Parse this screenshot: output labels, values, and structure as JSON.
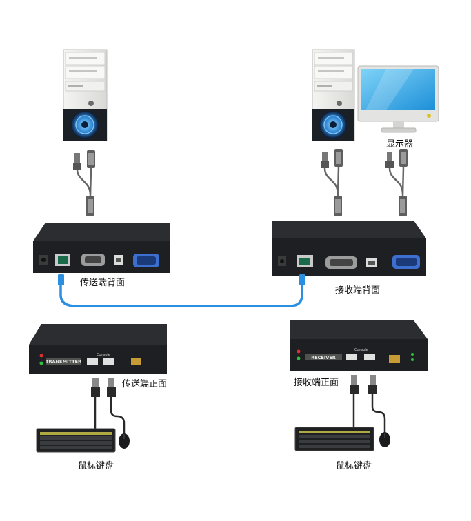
{
  "labels": {
    "monitor": "显示器",
    "tx_rear": "传送端背面",
    "rx_rear": "接收端背面",
    "tx_front": "传送端正面",
    "rx_front": "接收端正面",
    "kbm_left": "鼠标键盘",
    "kbm_right": "鼠标键盘"
  },
  "tx_front_panel": {
    "name": "TRANSMITTER",
    "usb_label": "Console"
  },
  "rx_front_panel": {
    "name": "RECEIVER",
    "usb_label": "Console"
  },
  "colors": {
    "device_body": "#1e1f22",
    "ethernet_cable": "#2a8fe0",
    "monitor_screen": "#29a8e6",
    "pc_case": "#e8e8e6"
  }
}
